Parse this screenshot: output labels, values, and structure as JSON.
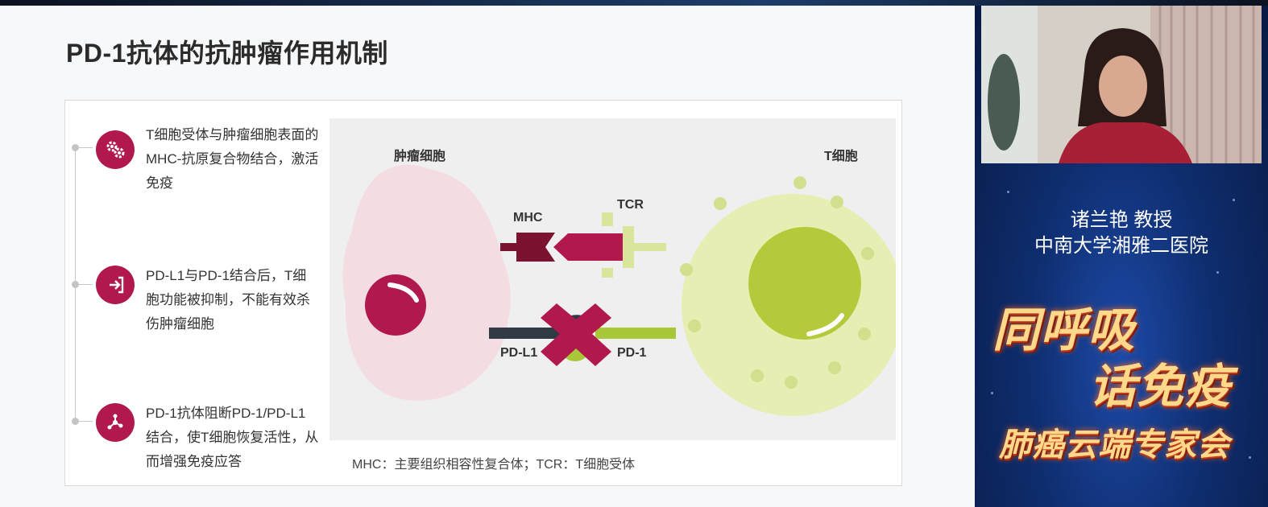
{
  "slide": {
    "title": "PD-1抗体的抗肿瘤作用机制",
    "steps": [
      {
        "text": "T细胞受体与肿瘤细胞表面的MHC-抗原复合物结合，激活免疫",
        "icon": "gears-icon"
      },
      {
        "text": "PD-L1与PD-1结合后，T细胞功能被抑制，不能有效杀伤肿瘤细胞",
        "icon": "login-arrow-icon"
      },
      {
        "text": "PD-1抗体阻断PD-1/PD-L1结合，使T细胞恢复活性，从而增强免疫应答",
        "icon": "network-icon"
      }
    ],
    "diagram": {
      "tumor_label": "肿瘤细胞",
      "tcell_label": "T细胞",
      "mhc_label": "MHC",
      "tcr_label": "TCR",
      "pdl1_label": "PD-L1",
      "pd1_label": "PD-1"
    },
    "footnote": "MHC：主要组织相容性复合体；TCR：T细胞受体"
  },
  "sidebar": {
    "speaker_name": "诸兰艳  教授",
    "speaker_affiliation": "中南大学湘雅二医院",
    "brand_line1": "同呼吸",
    "brand_line2": "话免疫",
    "brand_line3": "肺癌云端专家会"
  },
  "colors": {
    "accent": "#b0184e",
    "tumor": "#f4dde2",
    "tcell": "#e6eeb3",
    "nucleus": "#b5c93a",
    "pd1": "#a8c83a",
    "pdl1": "#2f3a45"
  }
}
